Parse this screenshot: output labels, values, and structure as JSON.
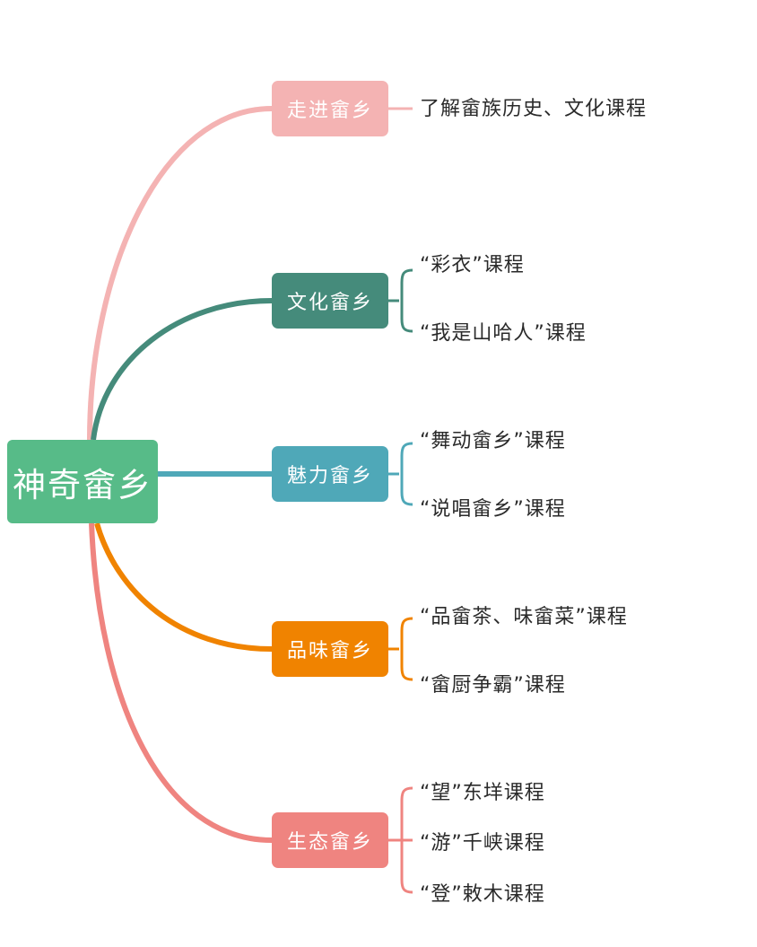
{
  "root": {
    "label": "神奇畲乡",
    "color": "#57BB88"
  },
  "branches": [
    {
      "label": "走进畲乡",
      "color": "#F4B3B3",
      "leaves": [
        "了解畲族历史、文化课程"
      ]
    },
    {
      "label": "文化畲乡",
      "color": "#458B7B",
      "leaves": [
        "“彩衣”课程",
        "“我是山哈人”课程"
      ]
    },
    {
      "label": "魅力畲乡",
      "color": "#4FA8B8",
      "leaves": [
        "“舞动畲乡”课程",
        "“说唱畲乡”课程"
      ]
    },
    {
      "label": "品味畲乡",
      "color": "#F08300",
      "leaves": [
        "“品畲茶、味畲菜”课程",
        "“畲厨争霸”课程"
      ]
    },
    {
      "label": "生态畲乡",
      "color": "#EF8480",
      "leaves": [
        "“望”东垟课程",
        "“游”千峡课程",
        "“登”敕木课程"
      ]
    }
  ]
}
